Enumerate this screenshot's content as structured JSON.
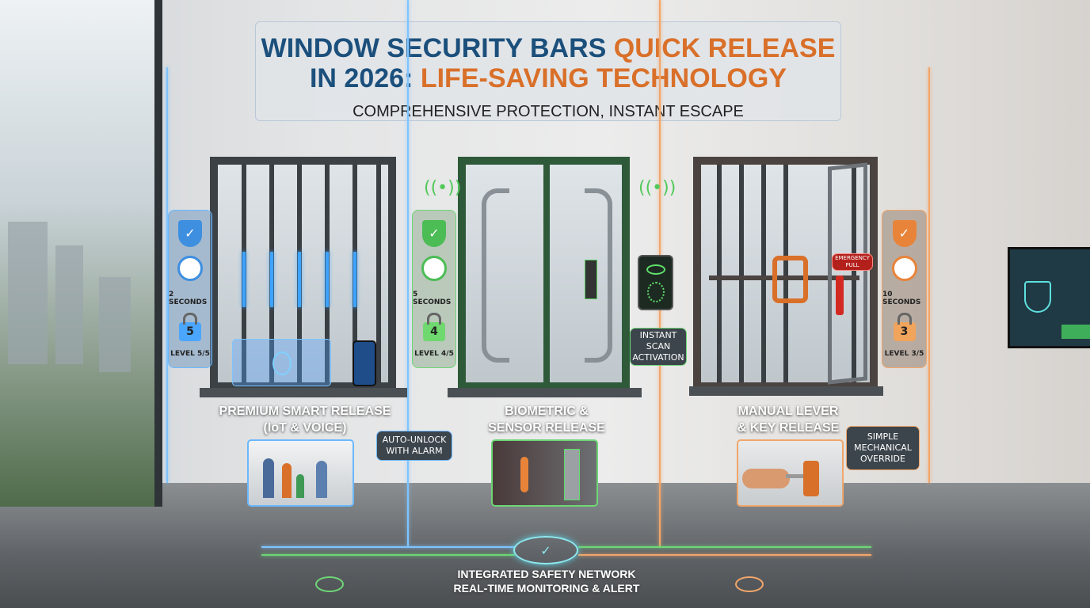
{
  "title": {
    "line1_blue": "WINDOW SECURITY BARS",
    "line1_orange": "QUICK RELEASE",
    "line2_blue": "IN 2026:",
    "line2_orange": "LIFE-SAVING TECHNOLOGY",
    "subtitle": "COMPREHENSIVE PROTECTION, INSTANT ESCAPE"
  },
  "options": [
    {
      "name_line1": "PREMIUM SMART RELEASE",
      "name_line2": "(IoT & VOICE)",
      "time": "2 SECONDS",
      "level_number": "5",
      "level": "LEVEL 5/5",
      "callout": "AUTO-UNLOCK WITH ALARM",
      "color": "#3ea3ff"
    },
    {
      "name_line1": "BIOMETRIC &",
      "name_line2": "SENSOR RELEASE",
      "time": "5 SECONDS",
      "level_number": "4",
      "level": "LEVEL 4/5",
      "callout": "INSTANT SCAN ACTIVATION",
      "color": "#52c95a"
    },
    {
      "name_line1": "MANUAL LEVER",
      "name_line2": "& KEY RELEASE",
      "time": "10 SECONDS",
      "level_number": "3",
      "level": "LEVEL 3/5",
      "callout": "SIMPLE MECHANICAL OVERRIDE",
      "color": "#e8843a"
    }
  ],
  "emergency_tag": "EMERGENCY PULL",
  "network": {
    "line1": "INTEGRATED SAFETY NETWORK",
    "line2": "REAL-TIME MONITORING & ALERT"
  }
}
